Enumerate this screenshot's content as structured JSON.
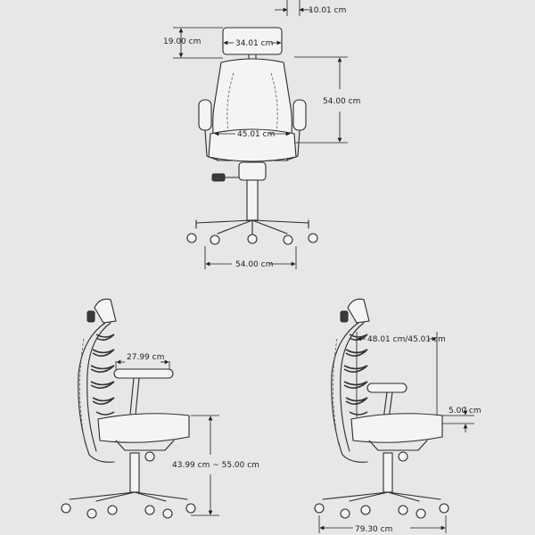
{
  "dimensions": {
    "top_offset": "10.01 cm",
    "headrest_height": "19.00 cm",
    "headrest_width": "34.01 cm",
    "back_height": "54.00 cm",
    "seat_width": "45.01 cm",
    "base_width": "54.00 cm",
    "arm_depth": "27.99 cm",
    "seat_height": "43.99 cm ~ 55.00 cm",
    "seat_depth": "48.01 cm/45.01 cm",
    "arm_adjust": "5.00 cm",
    "total_depth": "79.30 cm"
  },
  "colors": {
    "background": "#e6e7e9",
    "line": "#1e1e1e"
  },
  "views": [
    "front-view",
    "side-view-left",
    "side-view-right"
  ]
}
